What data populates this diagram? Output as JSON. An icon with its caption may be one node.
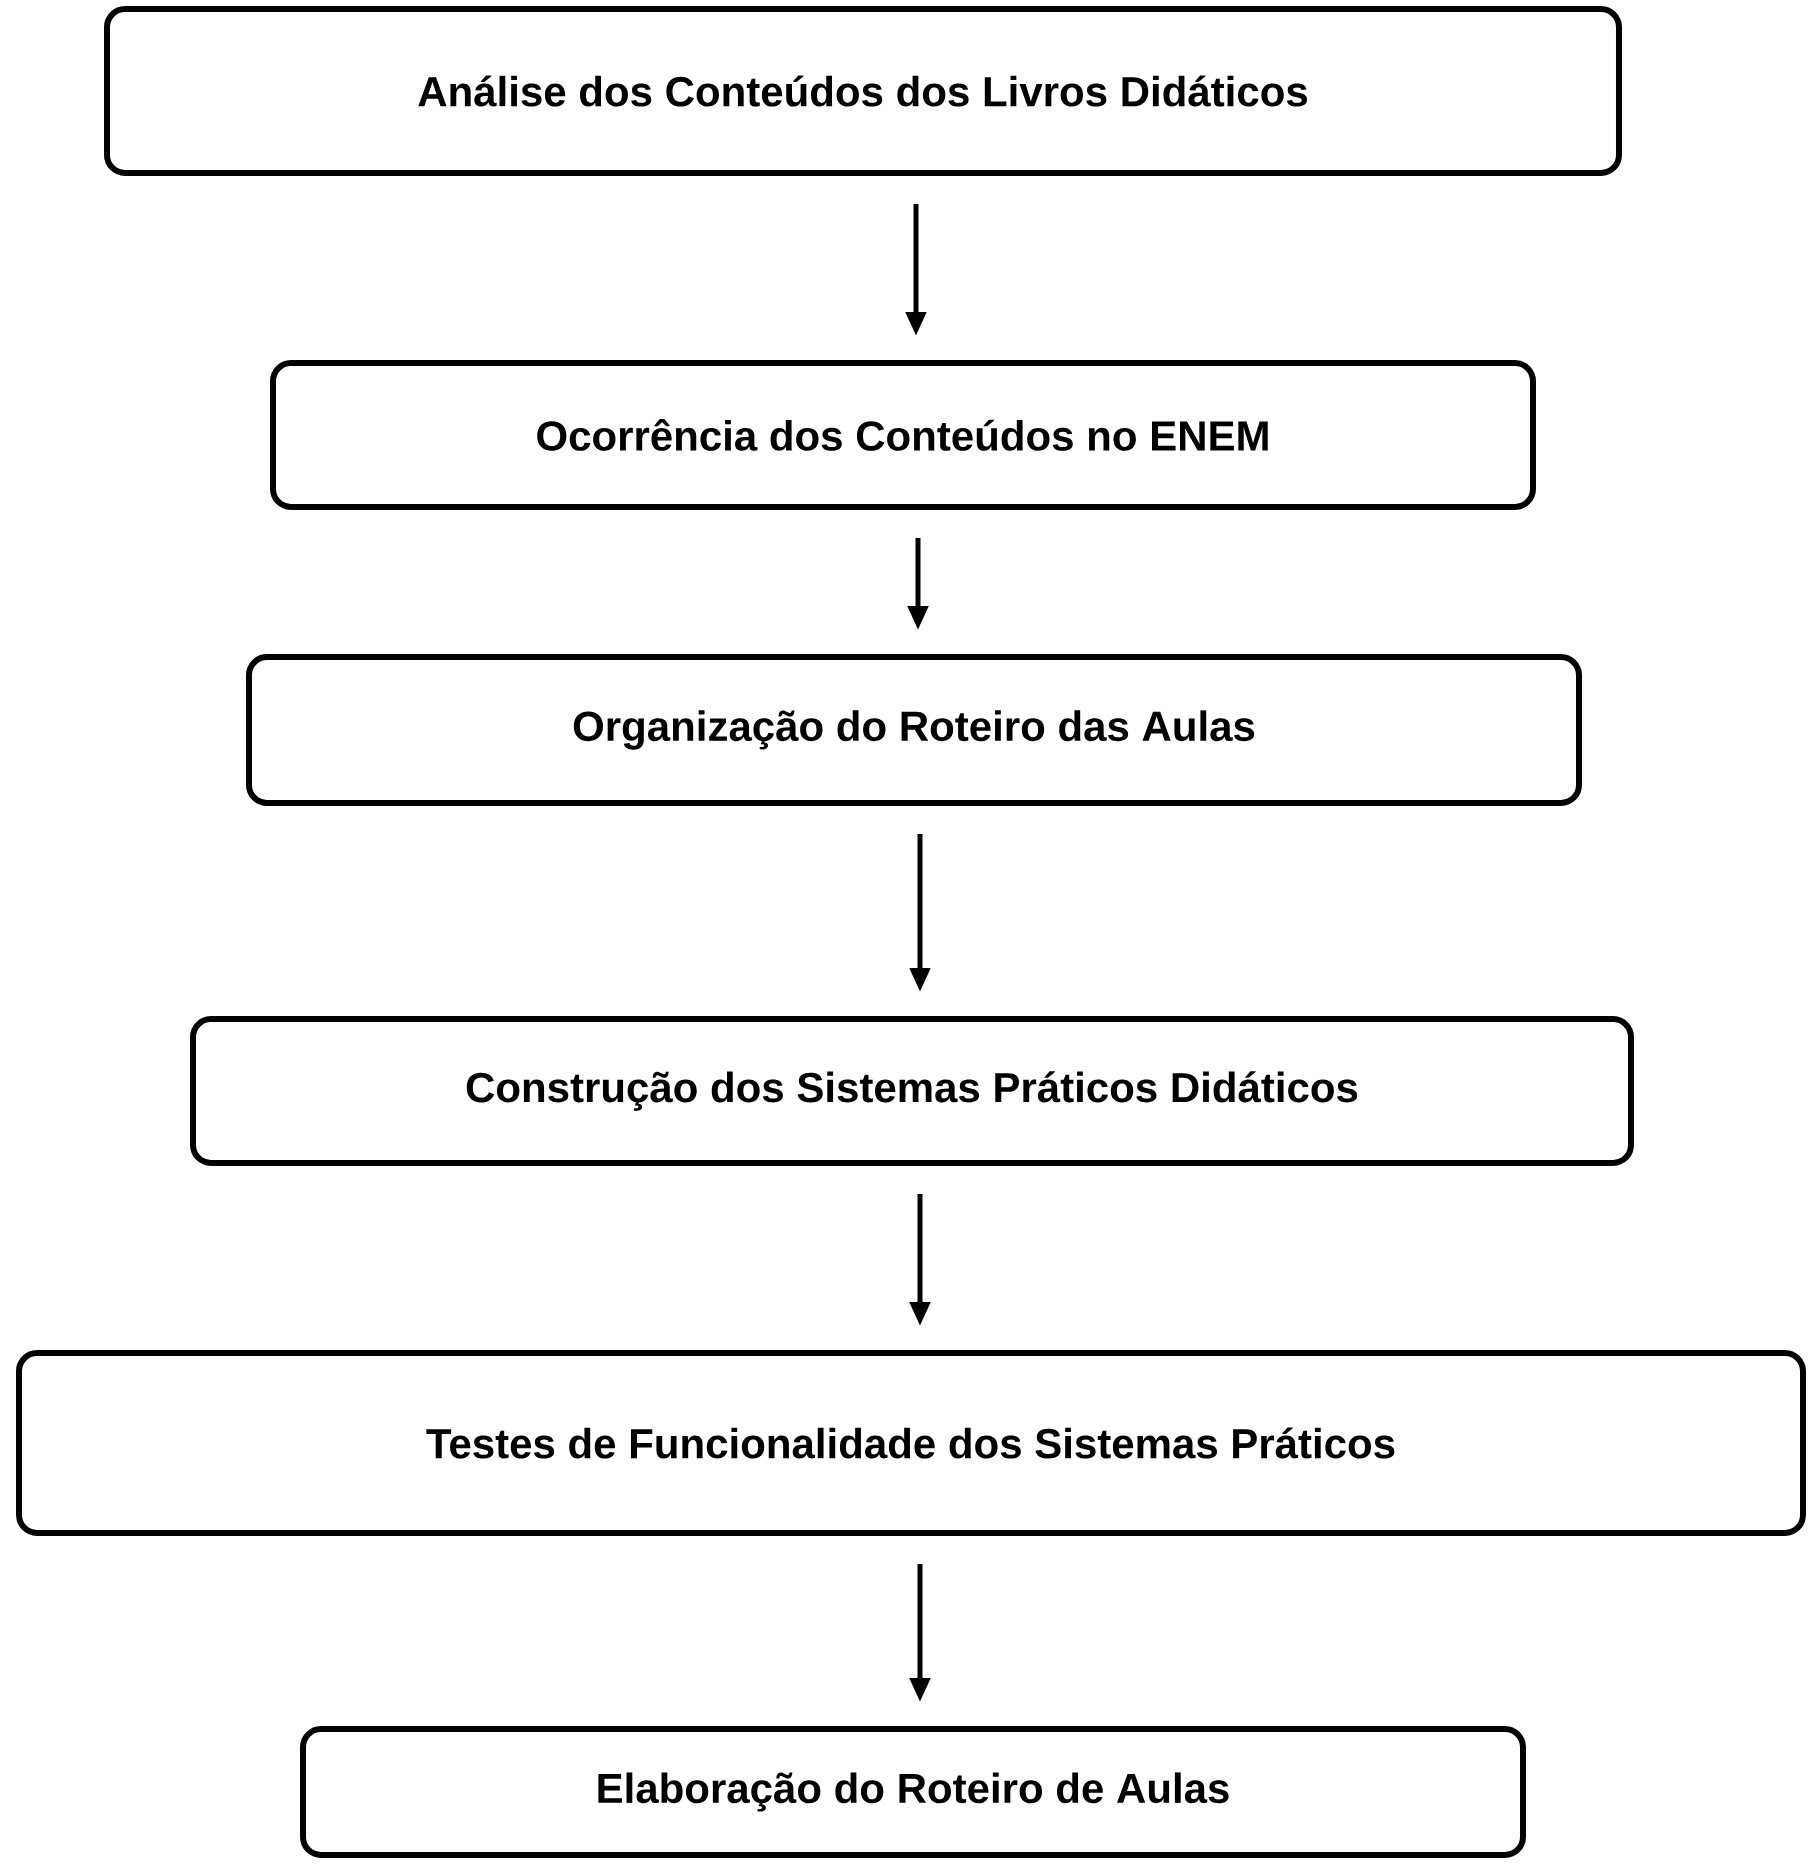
{
  "diagram": {
    "nodes": [
      {
        "text": [
          "Análise dos Conteúdos dos Livros Didáticos"
        ]
      },
      {
        "text": [
          "Ocorrência dos Conteúdos no ENEM"
        ]
      },
      {
        "text": [
          "Organização do Roteiro das Aulas"
        ]
      },
      {
        "text": [
          "Construção dos Sistemas Práticos Didáticos"
        ]
      },
      {
        "text": [
          "Testes de Funcionalidade dos Sistemas Práticos"
        ]
      },
      {
        "text": [
          "Elaboração do Roteiro de Aulas"
        ]
      }
    ],
    "edges": [
      {
        "from": 0,
        "to": 1,
        "arrow": "to"
      },
      {
        "from": 1,
        "to": 2,
        "arrow": "to"
      },
      {
        "from": 2,
        "to": 3,
        "arrow": "to"
      },
      {
        "from": 3,
        "to": 4,
        "arrow": "to"
      },
      {
        "from": 4,
        "to": 5,
        "arrow": "to"
      }
    ]
  }
}
